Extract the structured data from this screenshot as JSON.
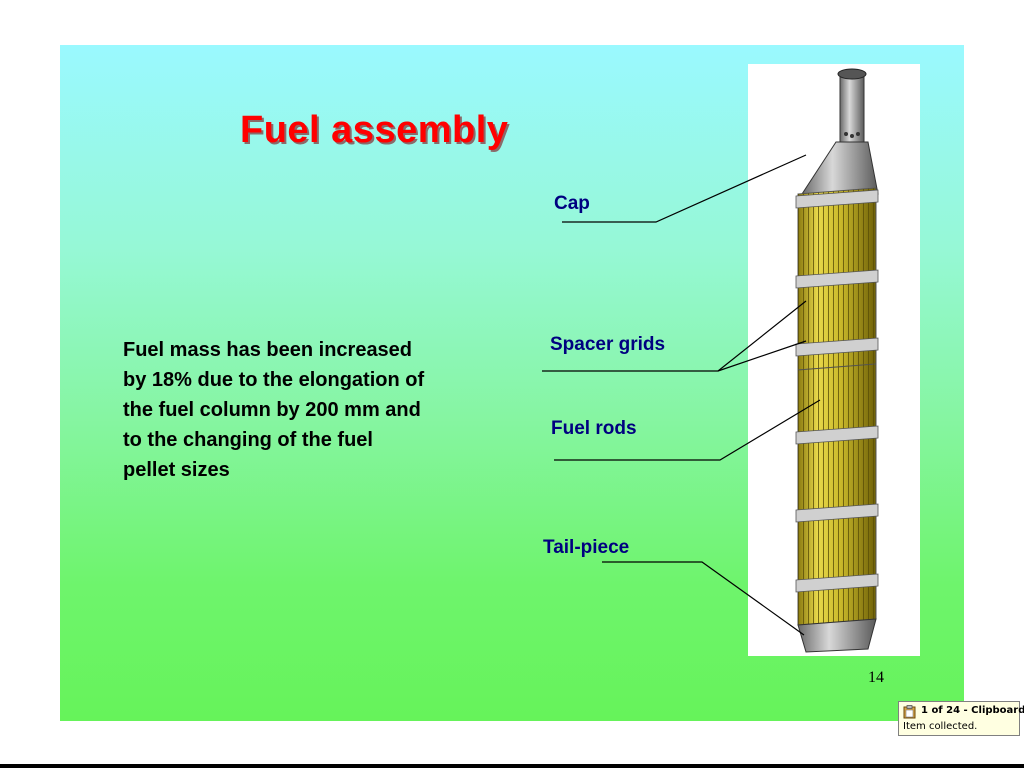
{
  "slide": {
    "title": "Fuel assembly",
    "body": "Fuel mass has been increased\nby 18% due to the elongation of\nthe fuel column by 200 mm and\nto the changing of the fuel\npellet sizes",
    "labels": {
      "cap": "Cap",
      "spacer_grids": "Spacer grids",
      "fuel_rods": "Fuel rods",
      "tail_piece": "Tail-piece"
    },
    "page_number": "14",
    "image_icon": "fuel-assembly-illustration",
    "colors": {
      "title": "#ff0000",
      "label": "#000080",
      "background_top": "#9af9ff",
      "background_bottom": "#66f35a"
    }
  },
  "clipboard": {
    "title": "1 of 24 - Clipboard",
    "message": "Item collected.",
    "icon": "clipboard-icon"
  }
}
